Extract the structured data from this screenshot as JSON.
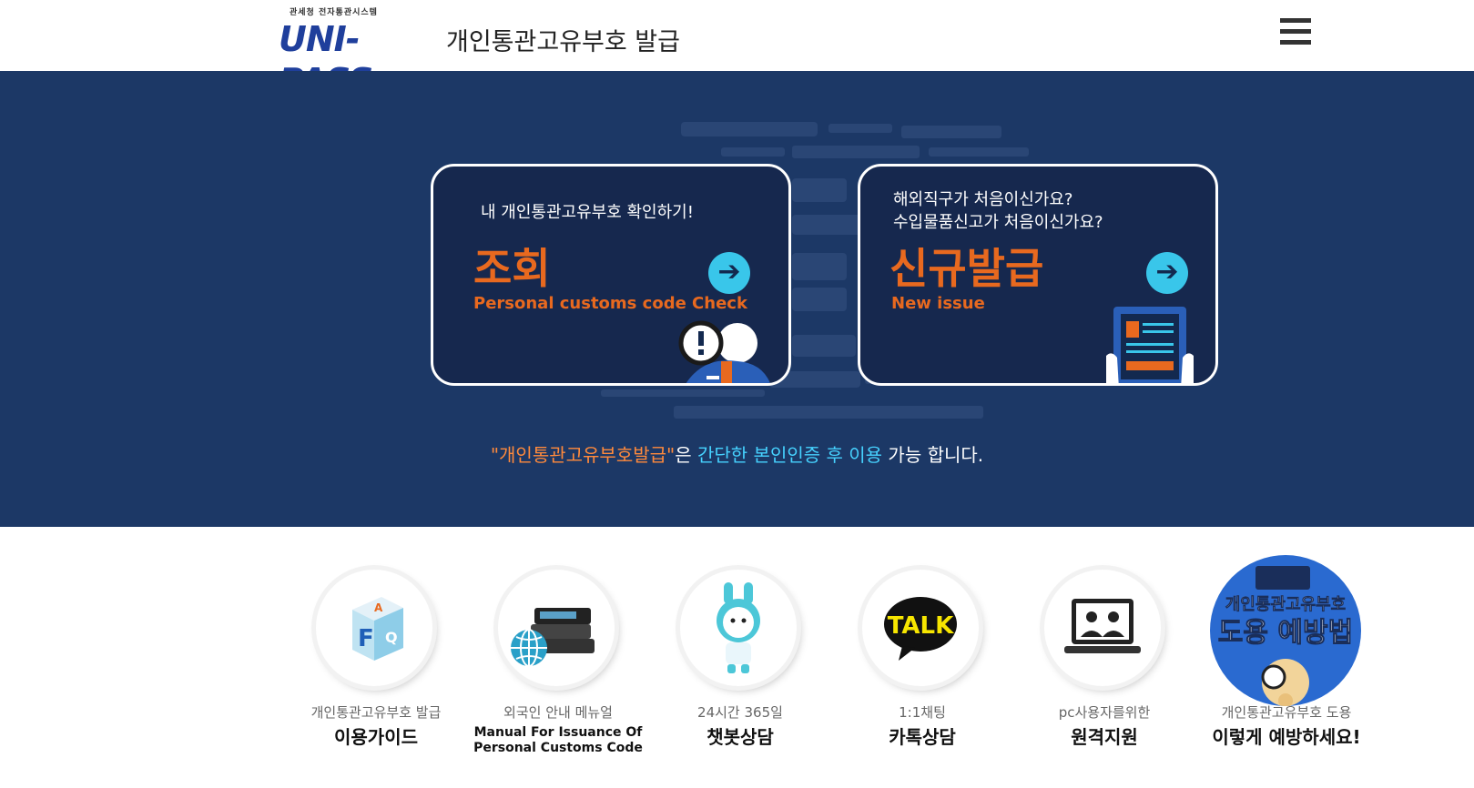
{
  "header": {
    "logo_sub": "관세청 전자통관시스템",
    "logo_main": "UNI-PASS",
    "title": "개인통관고유부호  발급"
  },
  "hero": {
    "lookup": {
      "subtitle": "내 개인통관고유부호 확인하기!",
      "title": "조회",
      "title_en": "Personal customs code Check"
    },
    "new_issue": {
      "subtitle_line1": "해외직구가 처음이신가요?",
      "subtitle_line2": "수입물품신고가 처음이신가요?",
      "title": "신규발급",
      "title_en": "New issue"
    },
    "notice": {
      "part1": "\"개인통관고유부호발급\"",
      "part2": "은 ",
      "part3": "간단한 본인인증 후 이용",
      "part4": " 가능 합니다."
    }
  },
  "quick_menu": [
    {
      "sub": "개인통관고유부호 발급",
      "main": "이용가이드",
      "icon": "faq-cube-icon"
    },
    {
      "sub": "외국인 안내 메뉴얼",
      "main": "Manual For Issuance Of\nPersonal Customs Code",
      "icon": "manual-books-globe-icon"
    },
    {
      "sub": "24시간 365일",
      "main": "챗봇상담",
      "icon": "chatbot-character-icon"
    },
    {
      "sub": "1:1채팅",
      "main": "카톡상담",
      "icon": "kakao-talk-icon"
    },
    {
      "sub": "pc사용자를위한",
      "main": "원격지원",
      "icon": "remote-support-icon"
    },
    {
      "sub": "개인통관고유부호 도용",
      "main": "이렇게 예방하세요!",
      "icon": "theft-prevention-badge"
    }
  ],
  "badge": {
    "line1": "개인통관고유부호",
    "line2": "도용 예방법"
  },
  "colors": {
    "hero_bg": "#1c3866",
    "accent_orange": "#e8691f",
    "accent_cyan": "#39c6ea"
  }
}
